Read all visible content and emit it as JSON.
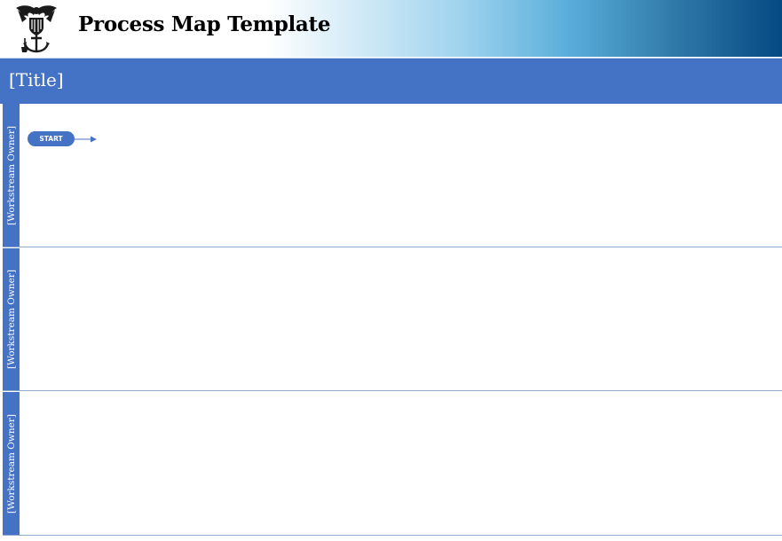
{
  "header": {
    "title": "Process Map Template",
    "logo_icon": "eagle-anchor-emblem"
  },
  "title_bar": {
    "text": "[Title]"
  },
  "lanes": [
    {
      "label": "[Workstream Owner]"
    },
    {
      "label": "[Workstream Owner]"
    },
    {
      "label": "[Workstream Owner]"
    }
  ],
  "start_node": {
    "label": "START"
  },
  "colors": {
    "lane_blue": "#4472c4",
    "divider": "#8eaacc",
    "header_gradient_end": "#054a83"
  }
}
